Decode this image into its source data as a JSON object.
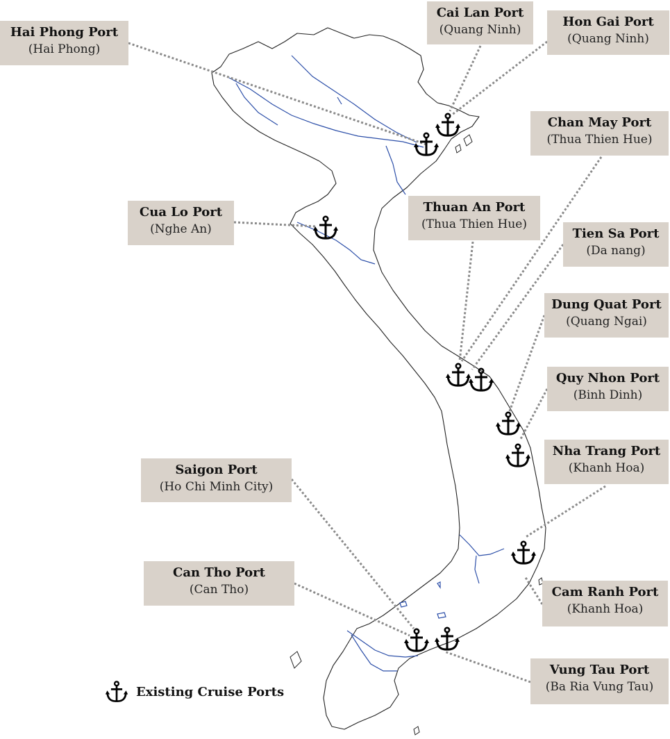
{
  "ports": [
    {
      "id": "hai-phong",
      "name": "Hai Phong Port",
      "province": "(Hai Phong)"
    },
    {
      "id": "cai-lan",
      "name": "Cai Lan Port",
      "province": "(Quang Ninh)"
    },
    {
      "id": "hon-gai",
      "name": "Hon Gai Port",
      "province": "(Quang Ninh)"
    },
    {
      "id": "chan-may",
      "name": "Chan May Port",
      "province": "(Thua Thien Hue)"
    },
    {
      "id": "cua-lo",
      "name": "Cua Lo Port",
      "province": "(Nghe An)"
    },
    {
      "id": "thuan-an",
      "name": "Thuan An Port",
      "province": "(Thua Thien Hue)"
    },
    {
      "id": "tien-sa",
      "name": "Tien Sa Port",
      "province": "(Da nang)"
    },
    {
      "id": "dung-quat",
      "name": "Dung Quat Port",
      "province": "(Quang Ngai)"
    },
    {
      "id": "quy-nhon",
      "name": "Quy Nhon Port",
      "province": "(Binh Dinh)"
    },
    {
      "id": "nha-trang",
      "name": "Nha Trang Port",
      "province": "(Khanh Hoa)"
    },
    {
      "id": "saigon",
      "name": "Saigon Port",
      "province": "(Ho Chi Minh City)"
    },
    {
      "id": "can-tho",
      "name": "Can Tho Port",
      "province": "(Can Tho)"
    },
    {
      "id": "cam-ranh",
      "name": "Cam Ranh Port",
      "province": "(Khanh Hoa)"
    },
    {
      "id": "vung-tau",
      "name": "Vung Tau Port",
      "province": "(Ba Ria Vung Tau)"
    }
  ],
  "legend": {
    "label": "Existing Cruise Ports",
    "icon": "anchor-icon"
  },
  "colors": {
    "label_bg": "#d9d2ca",
    "river": "#2b4ea8",
    "outline": "#222222",
    "leader": "#8a8a8a",
    "anchor": "#000000"
  }
}
